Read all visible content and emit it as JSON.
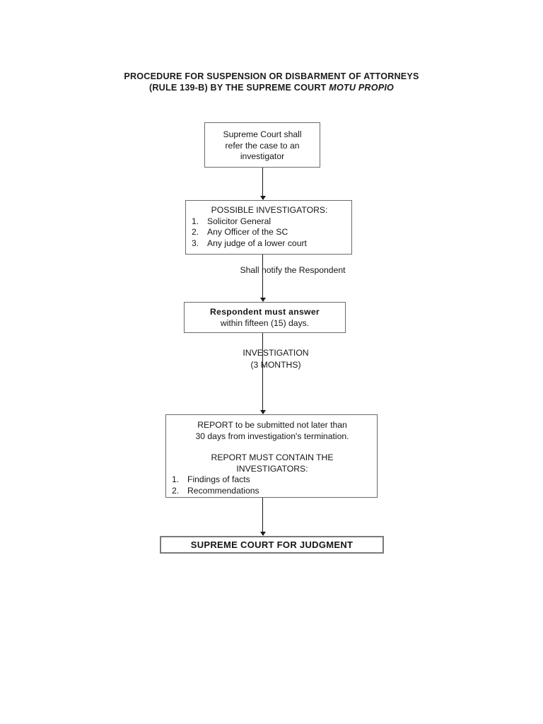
{
  "document": {
    "title_lines": [
      "PROCEDURE FOR SUSPENSION OR DISBARMENT OF ATTORNEYS",
      "(RULE 139-B) BY THE SUPREME COURT ",
      "MOTU PROPIO"
    ]
  },
  "flowchart": {
    "type": "flowchart",
    "orientation": "top-to-bottom",
    "nodes": [
      {
        "id": "refer",
        "lines": [
          "Supreme Court shall",
          "refer the case to an",
          "investigator"
        ],
        "align": "center",
        "bold": false
      },
      {
        "id": "investigators",
        "heading": "POSSIBLE INVESTIGATORS:",
        "items": [
          {
            "num": "1.",
            "text": "Solicitor General"
          },
          {
            "num": "2.",
            "text": "Any Officer of the SC"
          },
          {
            "num": "3.",
            "text": "Any judge of a lower court"
          }
        ]
      },
      {
        "id": "answer",
        "bold_line": "Respondent must answer",
        "line": "within fifteen (15) days."
      },
      {
        "id": "report",
        "lines": [
          "REPORT to be submitted not later than",
          "30 days from investigation's termination."
        ],
        "heading_lines": [
          "REPORT MUST CONTAIN THE",
          "INVESTIGATORS:"
        ],
        "items": [
          {
            "num": "1.",
            "text": "Findings of facts"
          },
          {
            "num": "2.",
            "text": "Recommendations"
          }
        ]
      },
      {
        "id": "judgment",
        "label": "SUPREME COURT FOR JUDGMENT",
        "bold": true
      }
    ],
    "edge_labels": [
      {
        "id": "notify",
        "text": "Shall notify the Respondent"
      },
      {
        "id": "investigation",
        "lines": [
          "INVESTIGATION",
          "(3 MONTHS)"
        ]
      }
    ],
    "colors": {
      "box_border": "#6b6b6b",
      "box_border_emphasis": "#7a7a7a",
      "connector": "#1a1a1a",
      "text": "#161616",
      "background": "#ffffff"
    }
  }
}
